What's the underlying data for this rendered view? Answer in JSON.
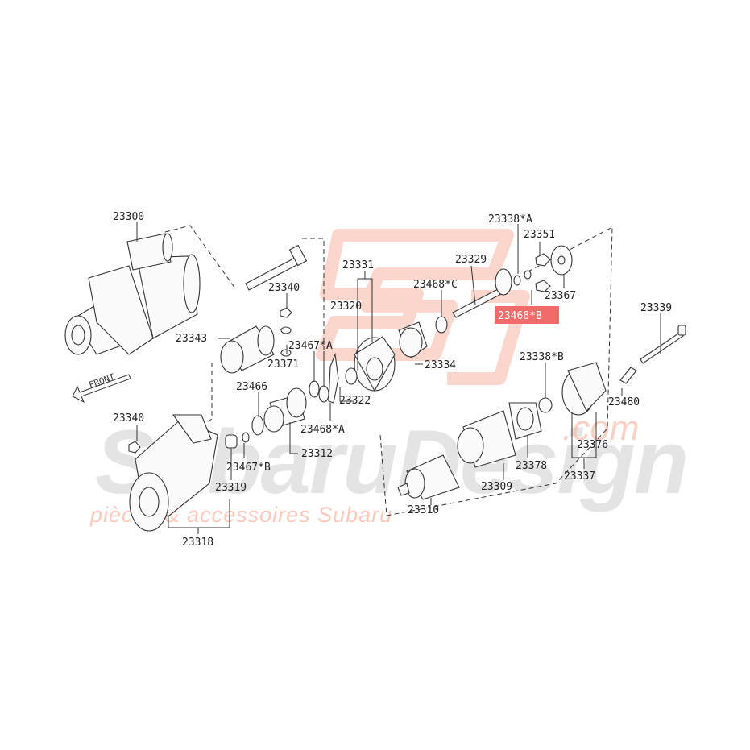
{
  "watermark": {
    "main": "SubaruDesign",
    "domain": ".com",
    "tagline": "pièces & accessoires Subaru"
  },
  "orientation": {
    "label": "FRONT"
  },
  "highlight_color": "#f26b6b",
  "parts": {
    "p23300": "23300",
    "p23340a": "23340",
    "p23343": "23343",
    "p23371": "23371",
    "p23467a": "23467*A",
    "p23466": "23466",
    "p23340b": "23340",
    "p23312": "23312",
    "p23468a": "23468*A",
    "p23467b": "23467*B",
    "p23319": "23319",
    "p23318": "23318",
    "p23331": "23331",
    "p23320": "23320",
    "p23322": "23322",
    "p23334": "23334",
    "p23468c": "23468*C",
    "p23329": "23329",
    "p23338a": "23338*A",
    "p23351": "23351",
    "p23367": "23367",
    "p23468b": "23468*B",
    "p23339": "23339",
    "p23338b": "23338*B",
    "p23480": "23480",
    "p23376": "23376",
    "p23337": "23337",
    "p23378": "23378",
    "p23309": "23309",
    "p23310": "23310"
  }
}
